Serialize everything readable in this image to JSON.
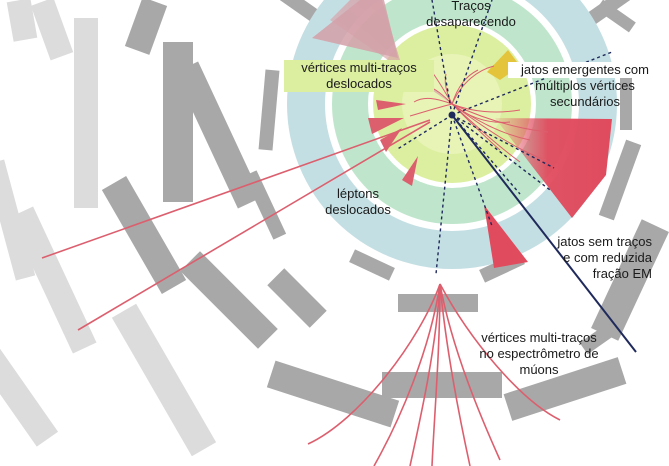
{
  "labels": {
    "disappearing_tracks": [
      "Traços",
      "desaparecendo"
    ],
    "displaced_vertices": [
      "vértices multi-traços",
      "deslocados"
    ],
    "emerging_jets": [
      "jatos emergentes com",
      "múltiplos vértices",
      "secundários"
    ],
    "displaced_leptons": [
      "léptons",
      "deslocados"
    ],
    "trackless_jets": [
      "jatos sem traços",
      "e com reduzida",
      "fração EM"
    ],
    "muon_vertices": [
      "vértices multi-traços",
      "no espectrômetro de",
      "múons"
    ]
  },
  "colors": {
    "outer_ring": "#c3dfe2",
    "middle_ring": "#bfe6cc",
    "inner_core": "#dcefa0",
    "track_red": "#dc5f6e",
    "jet_red": "#e04b5e",
    "detector_gray": "#a9a9a9",
    "detector_gray_light": "#d9d9d9",
    "muon_track": "#1f2a5c",
    "dashed": "#1f2a5c",
    "jet_yellow": "#e4c43a",
    "jet_pink": "#d8a3ab"
  }
}
